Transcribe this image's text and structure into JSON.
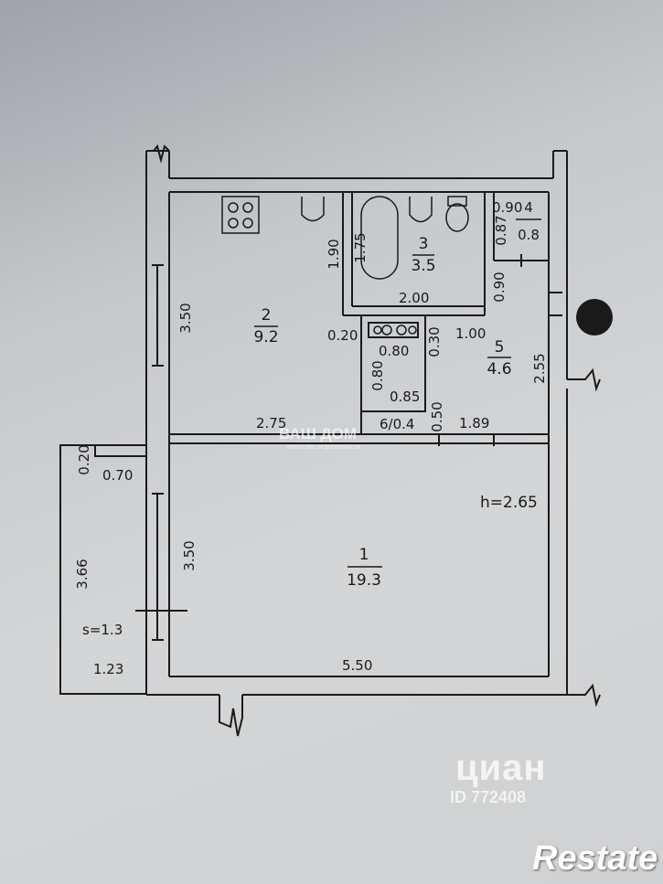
{
  "rooms": [
    {
      "number": "1",
      "area": "19.3"
    },
    {
      "number": "2",
      "area": "9.2"
    },
    {
      "number": "3",
      "area": "3.5"
    },
    {
      "number": "4",
      "area": "0.8"
    },
    {
      "number": "5",
      "area": "4.6"
    },
    {
      "number": "6/0.4"
    }
  ],
  "ceiling_height": "h=2.65",
  "balcony": {
    "area": "s=1.3",
    "length": "3.66",
    "width": "1.23",
    "d1": "0.20",
    "d2": "0.70"
  },
  "dimensions": {
    "kitchen_height": "3.50",
    "kitchen_width": "2.75",
    "room1_height": "3.50",
    "room1_width": "5.50",
    "corridor_width": "1.89",
    "bath_width": "2.00",
    "bath_h1": "1.90",
    "bath_h2": "1.75",
    "wc_w": "0.90",
    "wc_h": "0.87",
    "d_090b": "0.90",
    "d_100": "1.00",
    "hall_h": "2.55",
    "closet_w": "0.80",
    "closet_h": "0.80",
    "d_085": "0.85",
    "d_050": "0.50",
    "d_030": "0.30",
    "d_020": "0.20"
  },
  "watermarks": {
    "cian": "циан",
    "cian_id": "ID 772408",
    "restate": "Restate",
    "vash_dom": "ВАШ ДОМ",
    "vash_dom_sub": "агентство недвижимости"
  }
}
